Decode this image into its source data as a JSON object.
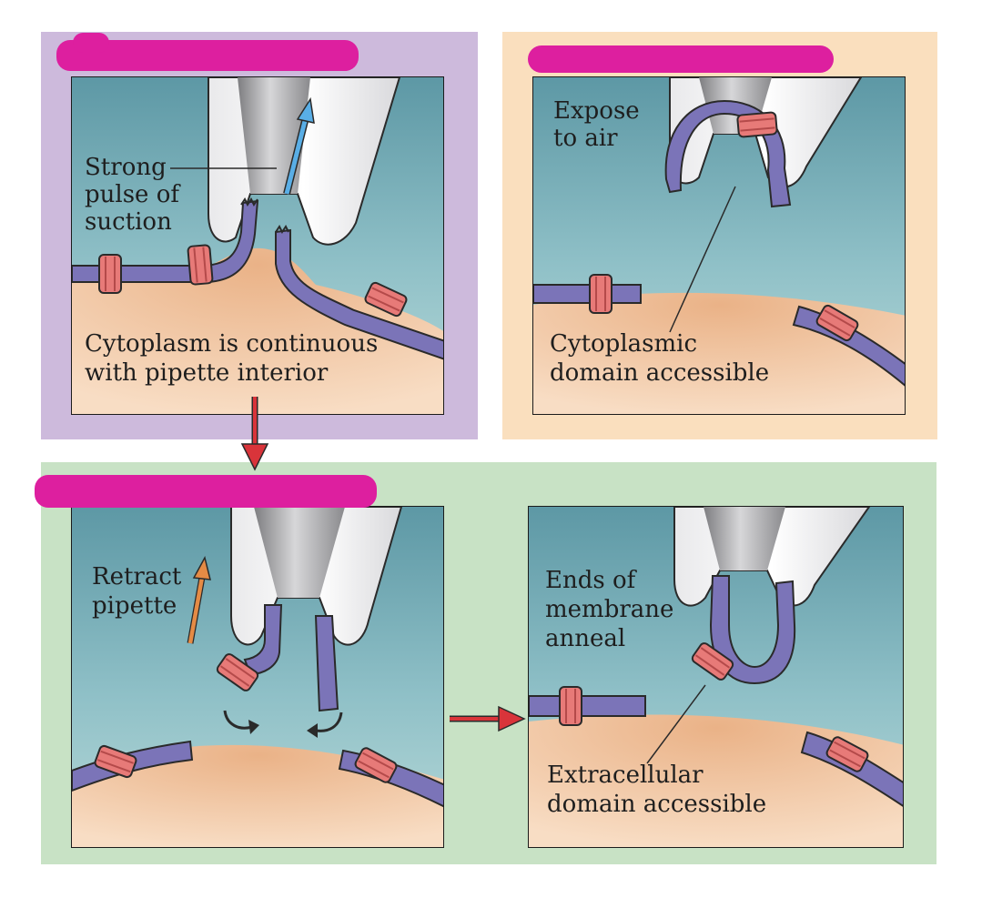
{
  "panels": {
    "top_left": {
      "label_suction": [
        "Strong",
        "pulse of",
        "suction"
      ],
      "caption": [
        "Cytoplasm is continuous",
        "with pipette interior"
      ]
    },
    "top_right": {
      "label_expose": [
        "Expose",
        "to air"
      ],
      "caption": [
        "Cytoplasmic",
        "domain accessible"
      ]
    },
    "bottom_left": {
      "label_retract": [
        "Retract",
        "pipette"
      ]
    },
    "bottom_right": {
      "label_anneal": [
        "Ends of",
        "membrane",
        "anneal"
      ],
      "caption": [
        "Extracellular",
        "domain accessible"
      ]
    }
  },
  "colors": {
    "purple_panel": "#cdbadc",
    "orange_panel": "#fadfbe",
    "green_panel": "#c8e2c5",
    "medium": "#7fb3bc",
    "cytoplasm": "#f0c9a3",
    "membrane": "#7b74b8",
    "channel": "#e77a78",
    "redaction": "#dd1f9f",
    "arrow_red": "#d9343a",
    "arrow_blue": "#59aee6",
    "arrow_orange": "#e58b45"
  }
}
